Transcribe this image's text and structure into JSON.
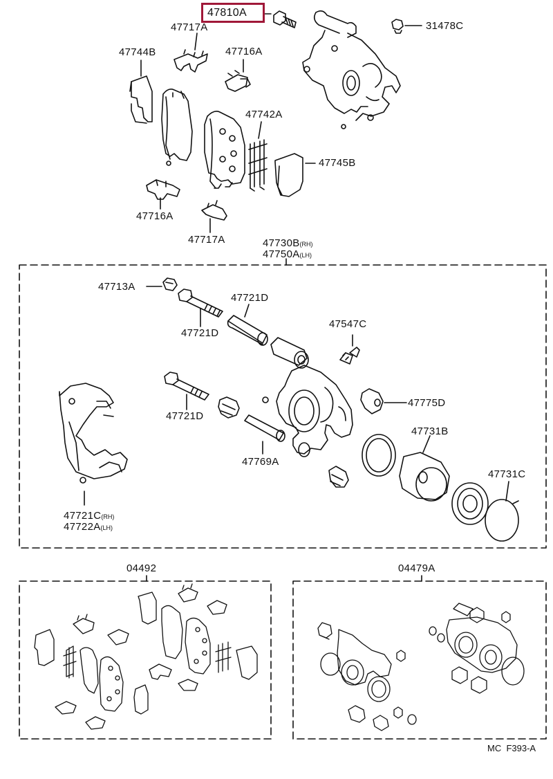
{
  "highlight": {
    "part": "47810A",
    "color": "#a01838"
  },
  "callouts_top": {
    "p47810A": "47810A",
    "p31478C": "31478C",
    "p47717A_top": "47717A",
    "p47744B": "47744B",
    "p47716A_top": "47716A",
    "p47742A": "47742A",
    "p47745B": "47745B",
    "p47716A_bottom": "47716A",
    "p47717A_bottom": "47717A"
  },
  "assembly": {
    "line1": "47730B",
    "line1_suffix": "(RH)",
    "line2": "47750A",
    "line2_suffix": "(LH)"
  },
  "callouts_assembly": {
    "p47713A": "47713A",
    "p47721D_a": "47721D",
    "p47721D_b": "47721D",
    "p47547C": "47547C",
    "p47775D": "47775D",
    "p47721D_c": "47721D",
    "p47731B": "47731B",
    "p47769A": "47769A",
    "p47731C": "47731C",
    "p47721C": "47721C",
    "p47721C_suffix": "(RH)",
    "p47722A": "47722A",
    "p47722A_suffix": "(LH)"
  },
  "kits": {
    "kit_left": "04492",
    "kit_right": "04479A"
  },
  "figure_code": "MC  F393-A",
  "colors": {
    "line": "#111111",
    "highlight": "#a01838"
  }
}
